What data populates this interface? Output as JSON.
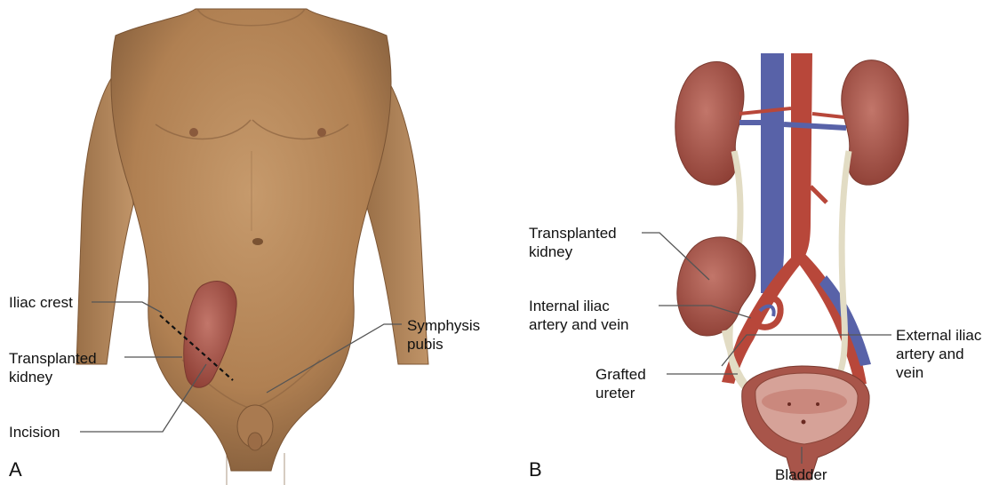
{
  "panel_a": {
    "letter": "A",
    "labels": {
      "iliac_crest": "Iliac crest",
      "transplanted_kidney": "Transplanted\nkidney",
      "incision": "Incision",
      "symphysis_pubis": "Symphysis\npubis"
    }
  },
  "panel_b": {
    "letter": "B",
    "labels": {
      "transplanted_kidney": "Transplanted\nkidney",
      "internal_iliac": "Internal iliac\nartery and vein",
      "grafted_ureter": "Grafted\nureter",
      "external_iliac": "External iliac\nartery and\nvein",
      "bladder": "Bladder"
    }
  },
  "colors": {
    "skin": "#b98a5e",
    "skin_shadow": "#8a6240",
    "kidney": "#a8554a",
    "artery": "#b2463a",
    "vein": "#5660a8",
    "ureter": "#e2dcc4",
    "bladder": "#9e4e44"
  }
}
